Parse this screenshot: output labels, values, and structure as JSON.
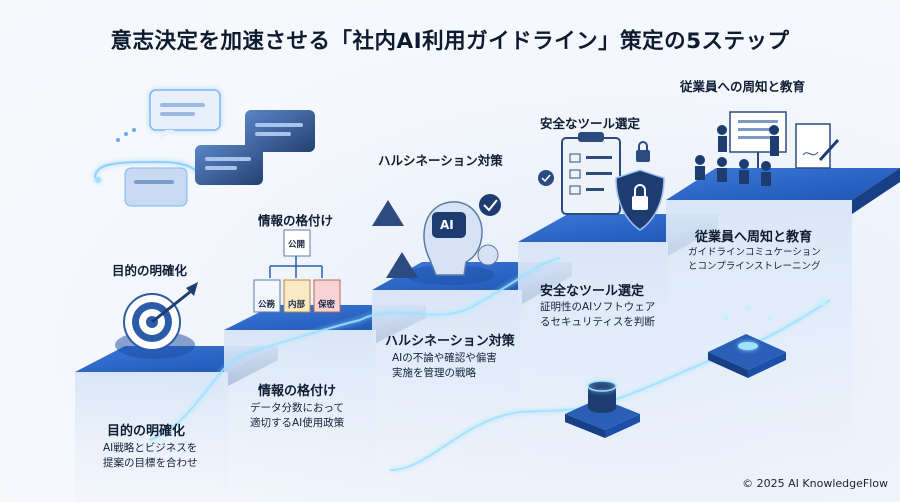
{
  "title": "意志決定を加速させる「社内AI利用ガイドライン」策定の5ステップ",
  "colors": {
    "step_top": "#2f6ed3",
    "step_side": "#1d4fa8",
    "glow": "#7fd8ff",
    "accent_red": "#e05252"
  },
  "steps": [
    {
      "label": "目的の明確化",
      "face_title": "目的の明確化",
      "desc": [
        "AI戦略とビジネスを",
        "提案の目標を合わせ"
      ],
      "icon": "target-icon"
    },
    {
      "label": "情報の格付け",
      "face_title": "情報の格付け",
      "desc": [
        "データ分数におって",
        "適切するAI使用政策"
      ],
      "icon": "document-classification-icon",
      "doc_labels": [
        "公開",
        "公務",
        "内部",
        "保密"
      ]
    },
    {
      "label": "ハルシネーション対策",
      "face_title": "ハルシネーション対策",
      "desc": [
        "AIの不論や確認や偏害",
        "実施を管理の戦略"
      ],
      "icon": "ai-head-icon",
      "ai_text": "AI"
    },
    {
      "label": "安全なツール選定",
      "face_title": "安全なツール選定",
      "desc": [
        "証明性のAIソフトウェア",
        "るセキュリティスを判断"
      ],
      "icon": "shield-lock-icon"
    },
    {
      "label": "従業員への周知と教育",
      "face_title": "従業員へ周知と教育",
      "desc": [
        "ガイドラインコミュケーション",
        "とコンプラインストレーニング"
      ],
      "icon": "training-icon"
    }
  ],
  "copyright": "© 2025 AI KnowledgeFlow"
}
